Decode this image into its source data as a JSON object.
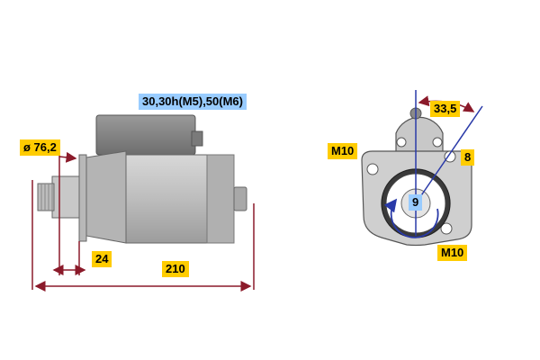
{
  "colors": {
    "label_yellow": "#ffcc00",
    "label_blue": "#99ccff",
    "dimension_line": "#8b1a2a",
    "motor_body": "#c4c4c4",
    "motor_dark": "#9a9a9a",
    "arrow_blue": "#2a3aa8",
    "flange_fill": "#cfcfcf"
  },
  "side_view": {
    "spec_label": "30,30h(M5),50(M6)",
    "diameter_label": "ø 76,2",
    "flange_length_label": "24",
    "total_length_label": "210"
  },
  "front_view": {
    "top_offset_label": "33,5",
    "bolt_left_label": "M10",
    "bolt_bottom_label": "M10",
    "hole_label": "8",
    "teeth_label": "9"
  }
}
